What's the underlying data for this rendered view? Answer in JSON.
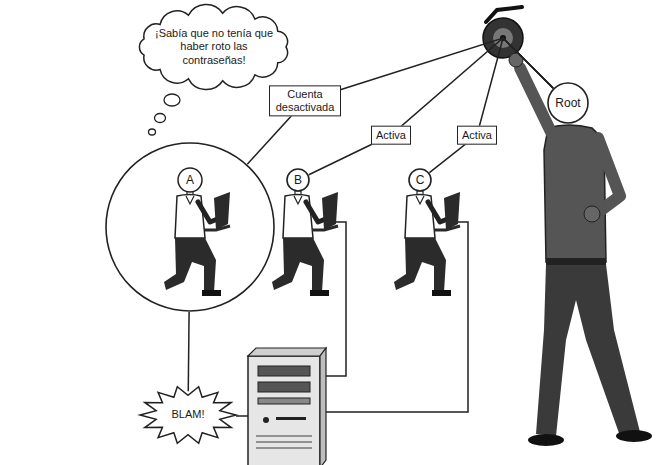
{
  "diagram": {
    "nodes": [
      {
        "text": [
          "¡Sabía que no tenía que haber roto las contraseñas!"
        ]
      },
      {
        "text": [
          "Root"
        ]
      },
      {
        "text": [
          "A"
        ]
      },
      {
        "text": [
          "B"
        ]
      },
      {
        "text": [
          "C"
        ]
      },
      {
        "text": [
          "BLAM!"
        ]
      }
    ],
    "edges": [
      {
        "from": 1,
        "to": 2,
        "arrow": "none",
        "label": "Cuenta desactivada"
      },
      {
        "from": 1,
        "to": 3,
        "arrow": "none",
        "label": "Activa"
      },
      {
        "from": 1,
        "to": 4,
        "arrow": "none",
        "label": "Activa"
      },
      {
        "from": 2,
        "to": 5,
        "arrow": "none"
      }
    ]
  }
}
